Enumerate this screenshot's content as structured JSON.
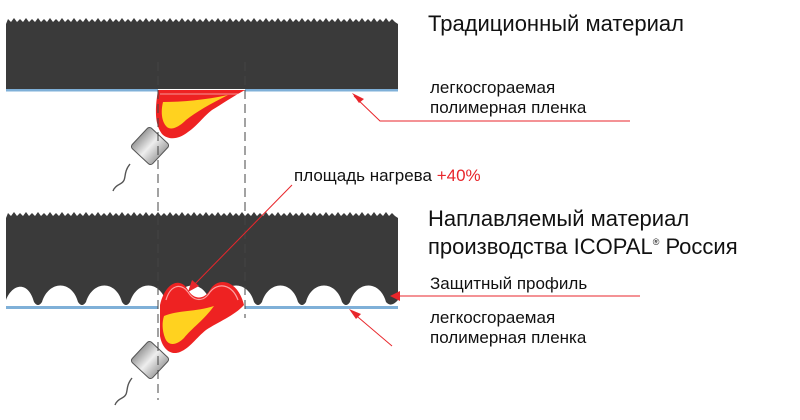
{
  "diagram": {
    "traditional": {
      "title": "Традиционный материал",
      "film_line1": "легкосгораемая",
      "film_line2": "полимерная пленка"
    },
    "heating_area": {
      "label": "площадь нагрева",
      "value": "+40%"
    },
    "icopal": {
      "title_line1": "Наплавляемый материал",
      "title_line2_prefix": "производства ICOPAL",
      "title_line2_mark": "®",
      "title_line2_suffix": " Россия",
      "profile_label": "Защитный профиль",
      "film_line1": "легкосгораемая",
      "film_line2": "полимерная пленка"
    },
    "colors": {
      "material": "#3a3a3a",
      "film": "#7fb0d8",
      "flame_outer": "#ee2222",
      "flame_inner": "#ffd21f",
      "leader_line": "#e8262b",
      "accent": "#e8262b"
    }
  }
}
